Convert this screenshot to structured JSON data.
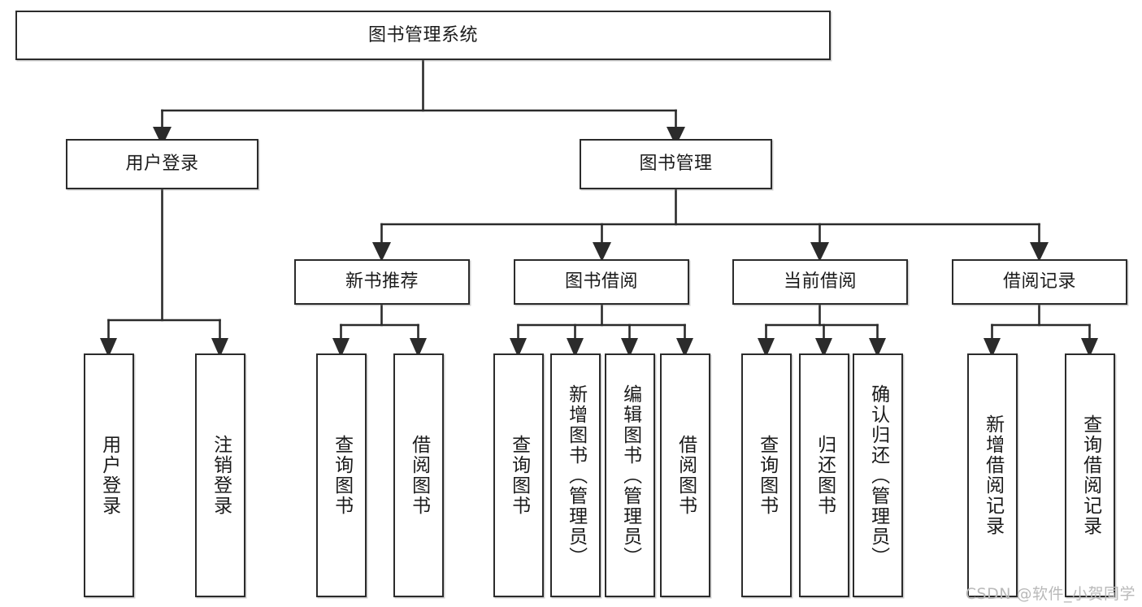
{
  "diagram": {
    "title": "图书管理系统",
    "watermark": "CSDN @软件_小贺同学",
    "line_color": "#2b2b2b",
    "box_fill": "#ffffff",
    "text_color": "#1b1b1b",
    "levels": {
      "root": {
        "label": "图书管理系统"
      },
      "level2": [
        {
          "label": "用户登录"
        },
        {
          "label": "图书管理"
        }
      ],
      "level3": [
        {
          "label": "新书推荐"
        },
        {
          "label": "图书借阅"
        },
        {
          "label": "当前借阅"
        },
        {
          "label": "借阅记录"
        }
      ],
      "leaves": {
        "user_login": [
          {
            "label": "用户登录"
          },
          {
            "label": "注销登录"
          }
        ],
        "new_book_recommend": [
          {
            "label": "查询图书"
          },
          {
            "label": "借阅图书"
          }
        ],
        "book_borrow": [
          {
            "label": "查询图书"
          },
          {
            "label": "新增图书（管理员）"
          },
          {
            "label": "编辑图书（管理员）"
          },
          {
            "label": "借阅图书"
          }
        ],
        "current_borrow": [
          {
            "label": "查询图书"
          },
          {
            "label": "归还图书"
          },
          {
            "label": "确认归还（管理员）"
          }
        ],
        "borrow_record": [
          {
            "label": "新增借阅记录"
          },
          {
            "label": "查询借阅记录"
          }
        ]
      }
    }
  }
}
